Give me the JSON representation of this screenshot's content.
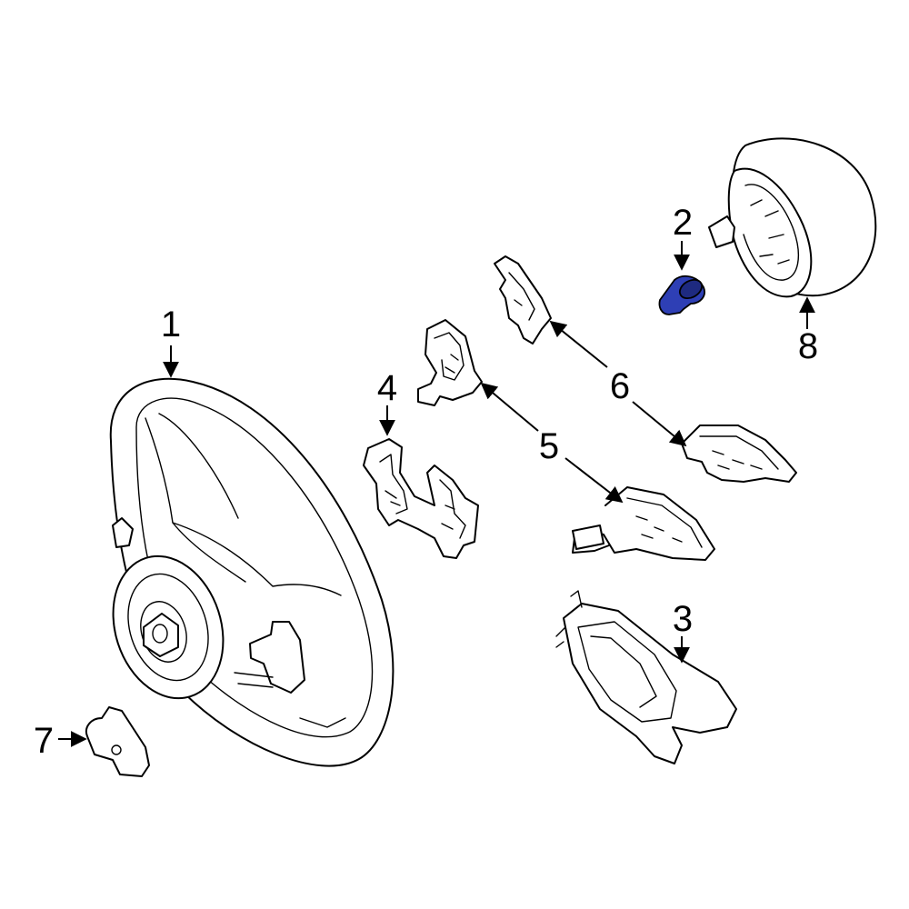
{
  "colors": {
    "line": "#000000",
    "background": "#ffffff",
    "highlight": "#2e3fb5",
    "highlight_shade": "#1e2a80"
  },
  "callouts": {
    "c1": "1",
    "c2": "2",
    "c3": "3",
    "c4": "4",
    "c5": "5",
    "c6": "6",
    "c7": "7",
    "c8": "8"
  }
}
